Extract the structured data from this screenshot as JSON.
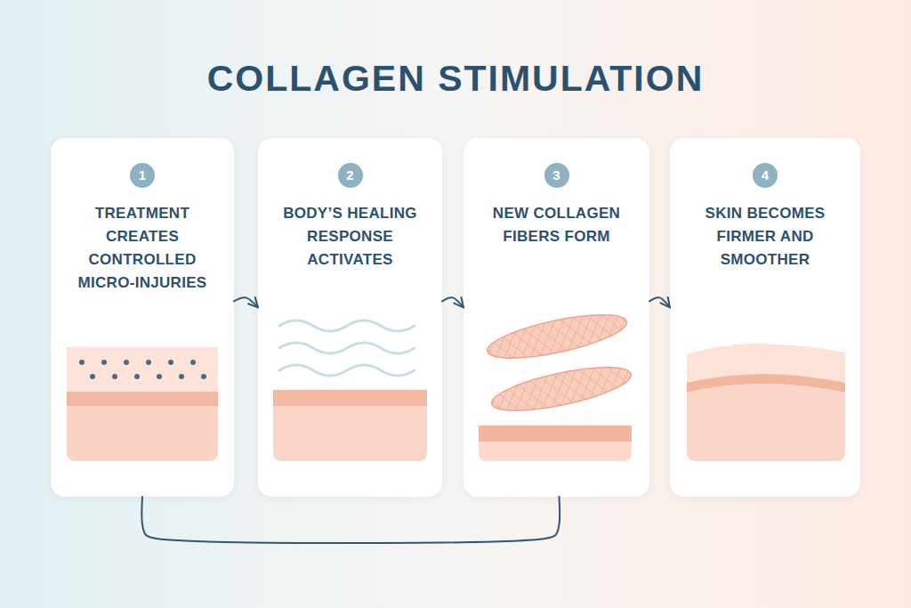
{
  "diagram": {
    "title": "COLLAGEN STIMULATION",
    "nodes": [
      {
        "text": [
          "TREATMENT CREATES CONTROLLED MICRO-INJURIES"
        ]
      },
      {
        "text": [
          "1"
        ],
        "in": 0
      },
      {
        "text": [
          "BODY’S HEALING RESPONSE ACTIVATES"
        ]
      },
      {
        "text": [
          "2"
        ],
        "in": 2
      },
      {
        "text": [
          "NEW COLLAGEN FIBERS FORM"
        ]
      },
      {
        "text": [
          "3"
        ],
        "in": 4
      },
      {
        "text": [
          "SKIN BECOMES FIRMER AND SMOOTHER"
        ]
      },
      {
        "text": [
          "4"
        ],
        "in": 6
      }
    ],
    "edges": [
      {
        "from": 0,
        "to": 2,
        "arrow": "to"
      },
      {
        "from": 2,
        "to": 4,
        "arrow": "to"
      },
      {
        "from": 4,
        "to": 6,
        "arrow": "to"
      },
      {
        "from": 0,
        "to": 4,
        "arrow": "none"
      }
    ]
  }
}
